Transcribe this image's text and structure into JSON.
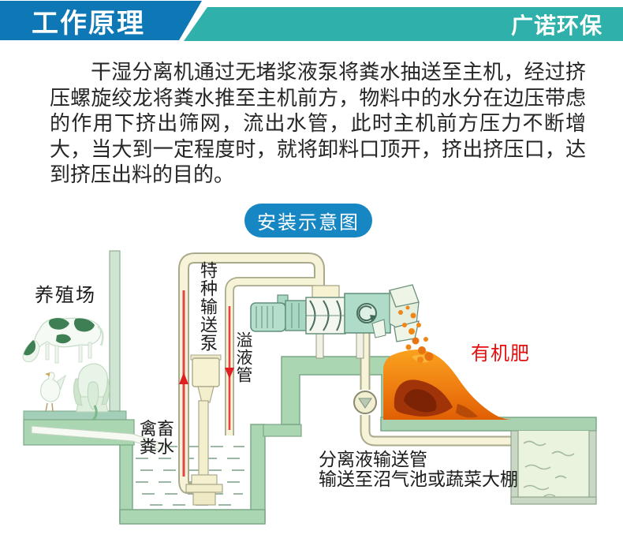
{
  "header": {
    "left_title": "工作原理",
    "right_brand": "广诺环保",
    "left_bg": "#0d78b5",
    "right_bg": "#2fb0aa"
  },
  "intro": {
    "text": "干湿分离机通过无堵浆液泵将粪水抽送至主机，经过挤压螺旋绞龙将粪水推至主机前方，物料中的水分在边压带虑的作用下挤出筛网，流出水管，此时主机前方压力不断增大，当大到一定程度时，就将卸料口顶开，挤出挤压口，达到挤压出料的目的。"
  },
  "diagram": {
    "badge_label": "安装示意图",
    "labels": {
      "farm": "养殖场",
      "special_pump": "特种输送泵",
      "overflow_pipe": "溢液管",
      "manure_water": "禽畜\n粪水",
      "organic_fertilizer": "有机肥",
      "separated_liquid": "分离液输送管\n输送至沼气池或蔬菜大棚"
    },
    "colors": {
      "badge_blue": "#1787c4",
      "label_red": "#e30f0f",
      "ground_green": "#abd6b2",
      "machine_teal": "#aedcc8",
      "pipe_cream": "#f7f3d9",
      "flow_red": "#e34545",
      "pile_orange": "#ef7d10",
      "tank_water": "#eaf3de"
    }
  }
}
